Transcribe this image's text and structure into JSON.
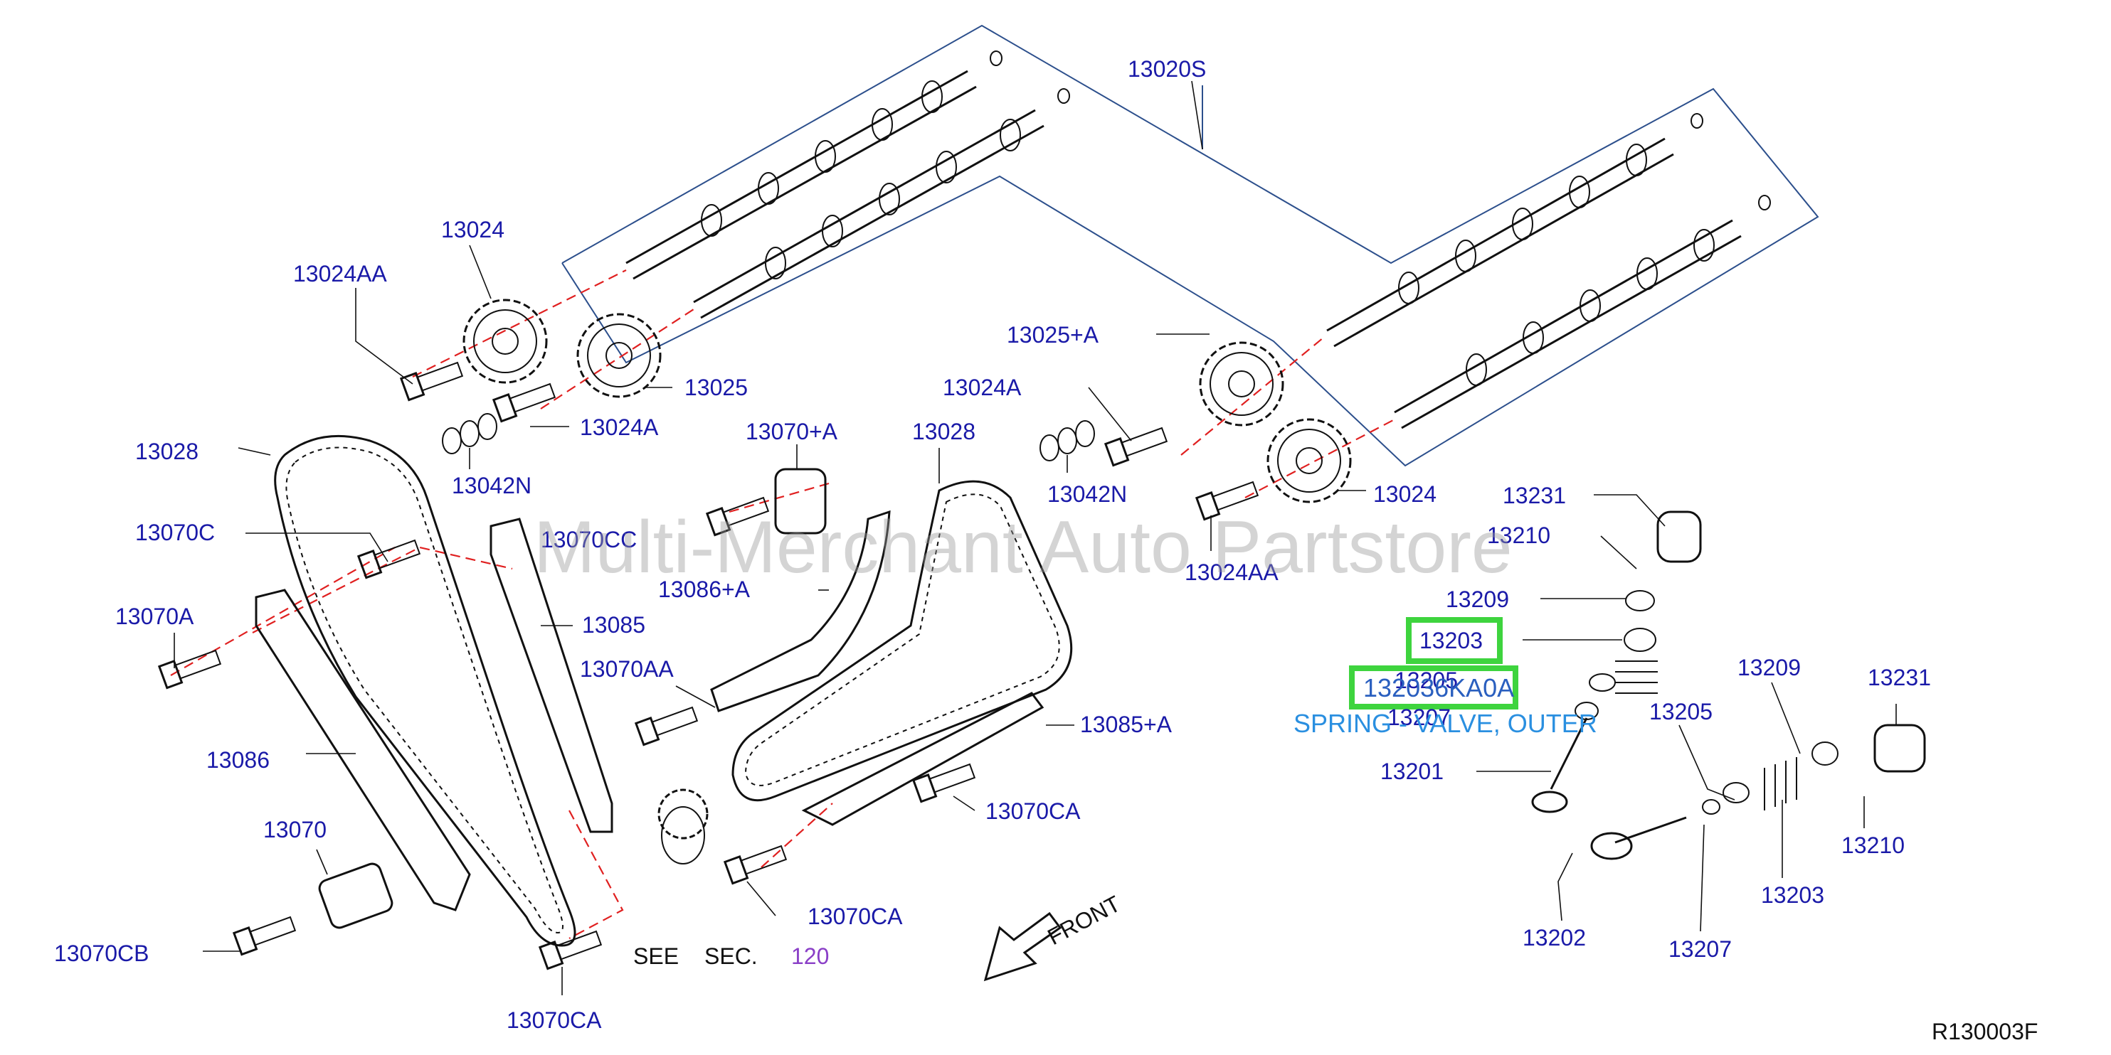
{
  "diagram": {
    "labels": {
      "l13020S": "13020S",
      "l13024_top": "13024",
      "l13024AA_top": "13024AA",
      "l13025": "13025",
      "l13024A_left": "13024A",
      "l13042N_left": "13042N",
      "l13025A": "13025+A",
      "l13024A_right": "13024A",
      "l13042N_right": "13042N",
      "l13024_right": "13024",
      "l13024AA_right": "13024AA",
      "l13028_left": "13028",
      "l13070C": "13070C",
      "l13070A": "13070A",
      "l13086": "13086",
      "l13070": "13070",
      "l13070CB": "13070CB",
      "l13070CC": "13070CC",
      "l13085": "13085",
      "l13070AplusA": "13070+A",
      "l13086A": "13086+A",
      "l13028_mid": "13028",
      "l13070AA": "13070AA",
      "l13085A": "13085+A",
      "l13070CA_1": "13070CA",
      "l13070CA_2": "13070CA",
      "l13070CA_3": "13070CA",
      "l13231_top": "13231",
      "l13210_top": "13210",
      "l13209_top": "13209",
      "l13203_hl": "13203",
      "l13205_behind": "13205",
      "l13207_behind": "13207",
      "l13201": "13201",
      "l13205_right": "13205",
      "l13209_right": "13209",
      "l13231_right": "13231",
      "l13210_right": "13210",
      "l13203_right": "13203",
      "l13202": "13202",
      "l13207_bottom": "13207"
    },
    "see_sec": {
      "see": "SEE",
      "sec": "SEC.",
      "num": "120"
    },
    "front_label": "FRONT",
    "highlight_part_number": "132036KA0A",
    "highlight_description": "SPRING - VALVE, OUTER",
    "watermark": "Multi-Merchant Auto Partstore",
    "reference": "R130003F"
  },
  "colors": {
    "label_blue": "#1a1aa8",
    "highlight_green": "#3ed43e",
    "description_blue": "#2a8fe0",
    "dash_red": "#e02020"
  }
}
